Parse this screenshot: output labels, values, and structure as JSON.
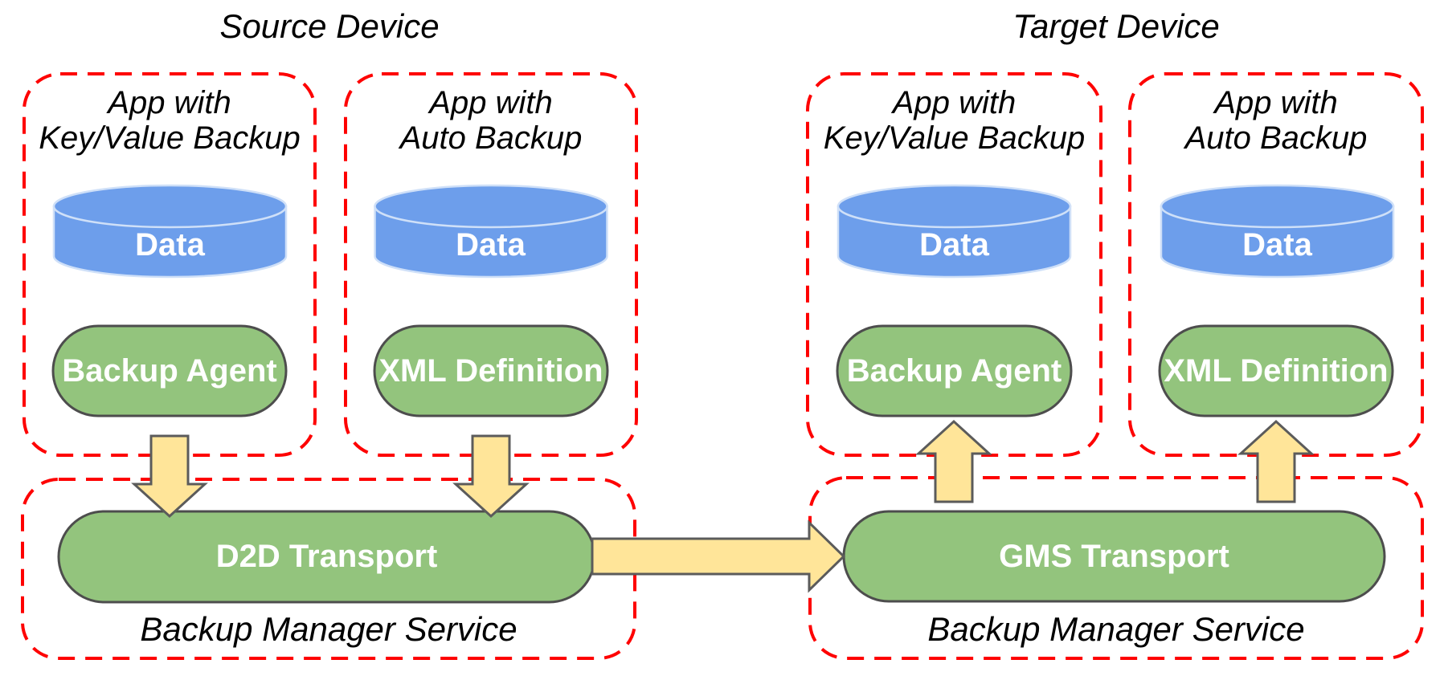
{
  "diagram": {
    "source": {
      "title": "Source Device",
      "apps": [
        {
          "title_line1": "App with",
          "title_line2": "Key/Value Backup",
          "data_label": "Data",
          "component": "Backup Agent"
        },
        {
          "title_line1": "App with",
          "title_line2": "Auto Backup",
          "data_label": "Data",
          "component": "XML Definition"
        }
      ],
      "service": {
        "transport": "D2D Transport",
        "label": "Backup Manager Service"
      }
    },
    "target": {
      "title": "Target Device",
      "apps": [
        {
          "title_line1": "App with",
          "title_line2": "Key/Value Backup",
          "data_label": "Data",
          "component": "Backup Agent"
        },
        {
          "title_line1": "App with",
          "title_line2": "Auto Backup",
          "data_label": "Data",
          "component": "XML Definition"
        }
      ],
      "service": {
        "transport": "GMS Transport",
        "label": "Backup Manager Service"
      }
    },
    "colors": {
      "boundary_red": "#fe0000",
      "cylinder_blue": "#6d9eeb",
      "cylinder_stroke": "#cfe0f8",
      "pill_green": "#93c47d",
      "shape_border_gray": "#4d4d4d",
      "arrow_yellow": "#ffe599",
      "arrow_border_gray": "#5b5b5b",
      "label_white": "#ffffff",
      "text_black": "#000000"
    }
  }
}
